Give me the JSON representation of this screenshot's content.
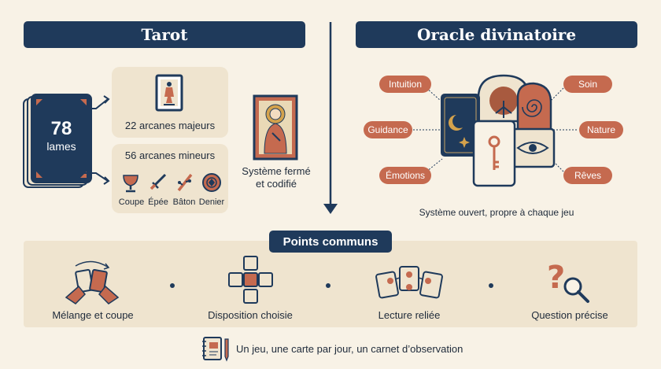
{
  "tarot": {
    "title": "Tarot",
    "deck_count": "78",
    "deck_label": "lames",
    "major": "22 arcanes majeurs",
    "minor": "56 arcanes mineurs",
    "suits": [
      "Coupe",
      "Épée",
      "Bâton",
      "Denier"
    ],
    "system": "Système fermé\net codifié"
  },
  "oracle": {
    "title": "Oracle divinatoire",
    "left_themes": [
      "Intuition",
      "Guidance",
      "Émotions"
    ],
    "right_themes": [
      "Soin",
      "Nature",
      "Rêves"
    ],
    "caption": "Système ouvert, propre à chaque jeu"
  },
  "common": {
    "title": "Points communs",
    "items": [
      "Mélange et coupe",
      "Disposition choisie",
      "Lecture reliée",
      "Question précise"
    ]
  },
  "footer": {
    "text": "Un jeu, une carte par jour, un carnet d’observation"
  },
  "colors": {
    "navy": "#1f3a5b",
    "terracotta": "#c56a4f",
    "panel": "#efe4cf",
    "background": "#f8f2e6"
  }
}
